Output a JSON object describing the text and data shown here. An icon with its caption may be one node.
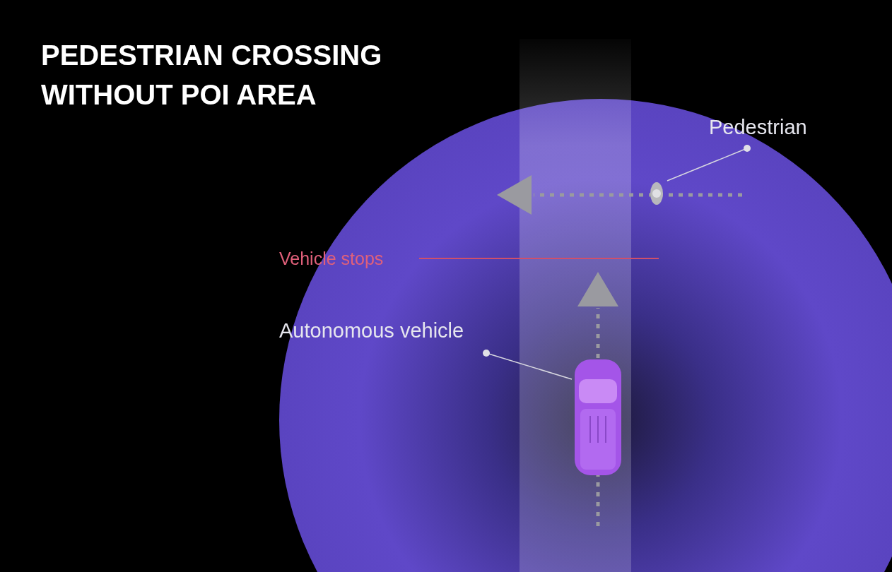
{
  "diagram": {
    "title": "PEDESTRIAN CROSSING WITHOUT POI AREA",
    "nodes": [
      {
        "text": [
          "Pedestrian"
        ]
      },
      {
        "text": [],
        "shape": "person"
      },
      {
        "text": [
          "Autonomous vehicle"
        ]
      },
      {
        "text": [],
        "shape": "picture"
      }
    ],
    "edges": [
      {
        "from": 0,
        "to": 1,
        "arrow": "other"
      },
      {
        "from": 2,
        "to": 3,
        "arrow": "other"
      }
    ],
    "labels": [
      "Vehicle stops"
    ]
  }
}
